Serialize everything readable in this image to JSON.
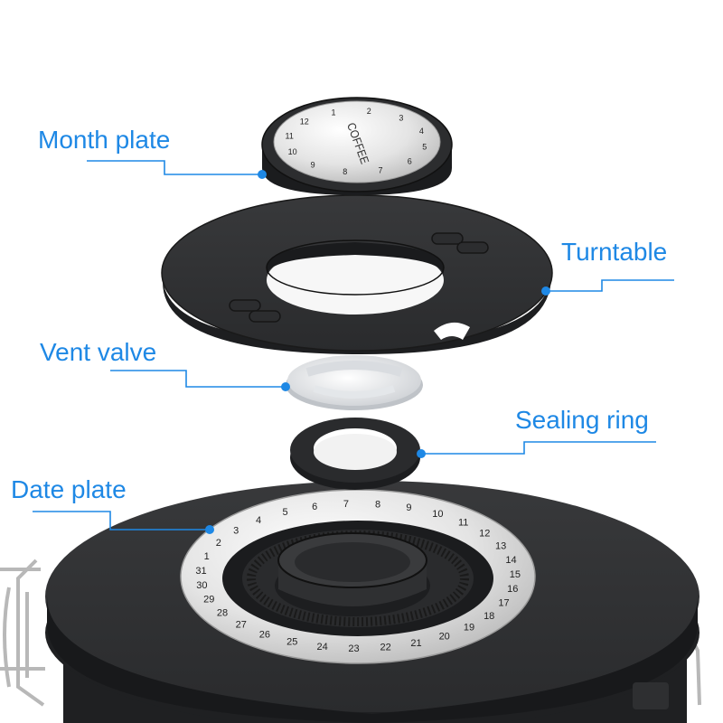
{
  "labels": {
    "month_plate": "Month plate",
    "turntable": "Turntable",
    "vent_valve": "Vent valve",
    "sealing_ring": "Sealing ring",
    "date_plate": "Date plate"
  },
  "month_plate": {
    "brand": "COFFEE",
    "months": [
      "1",
      "2",
      "3",
      "4",
      "5",
      "6",
      "7",
      "8",
      "9",
      "10",
      "11",
      "12"
    ]
  },
  "date_plate": {
    "days": [
      "1",
      "2",
      "3",
      "4",
      "5",
      "6",
      "7",
      "8",
      "9",
      "10",
      "11",
      "12",
      "13",
      "14",
      "15",
      "16",
      "17",
      "18",
      "19",
      "20",
      "21",
      "22",
      "23",
      "24",
      "25",
      "26",
      "27",
      "28",
      "29",
      "30",
      "31"
    ]
  },
  "colors": {
    "accent": "#1e88e5",
    "body": "#2b2c2e",
    "silver": "#e6e6e6"
  }
}
